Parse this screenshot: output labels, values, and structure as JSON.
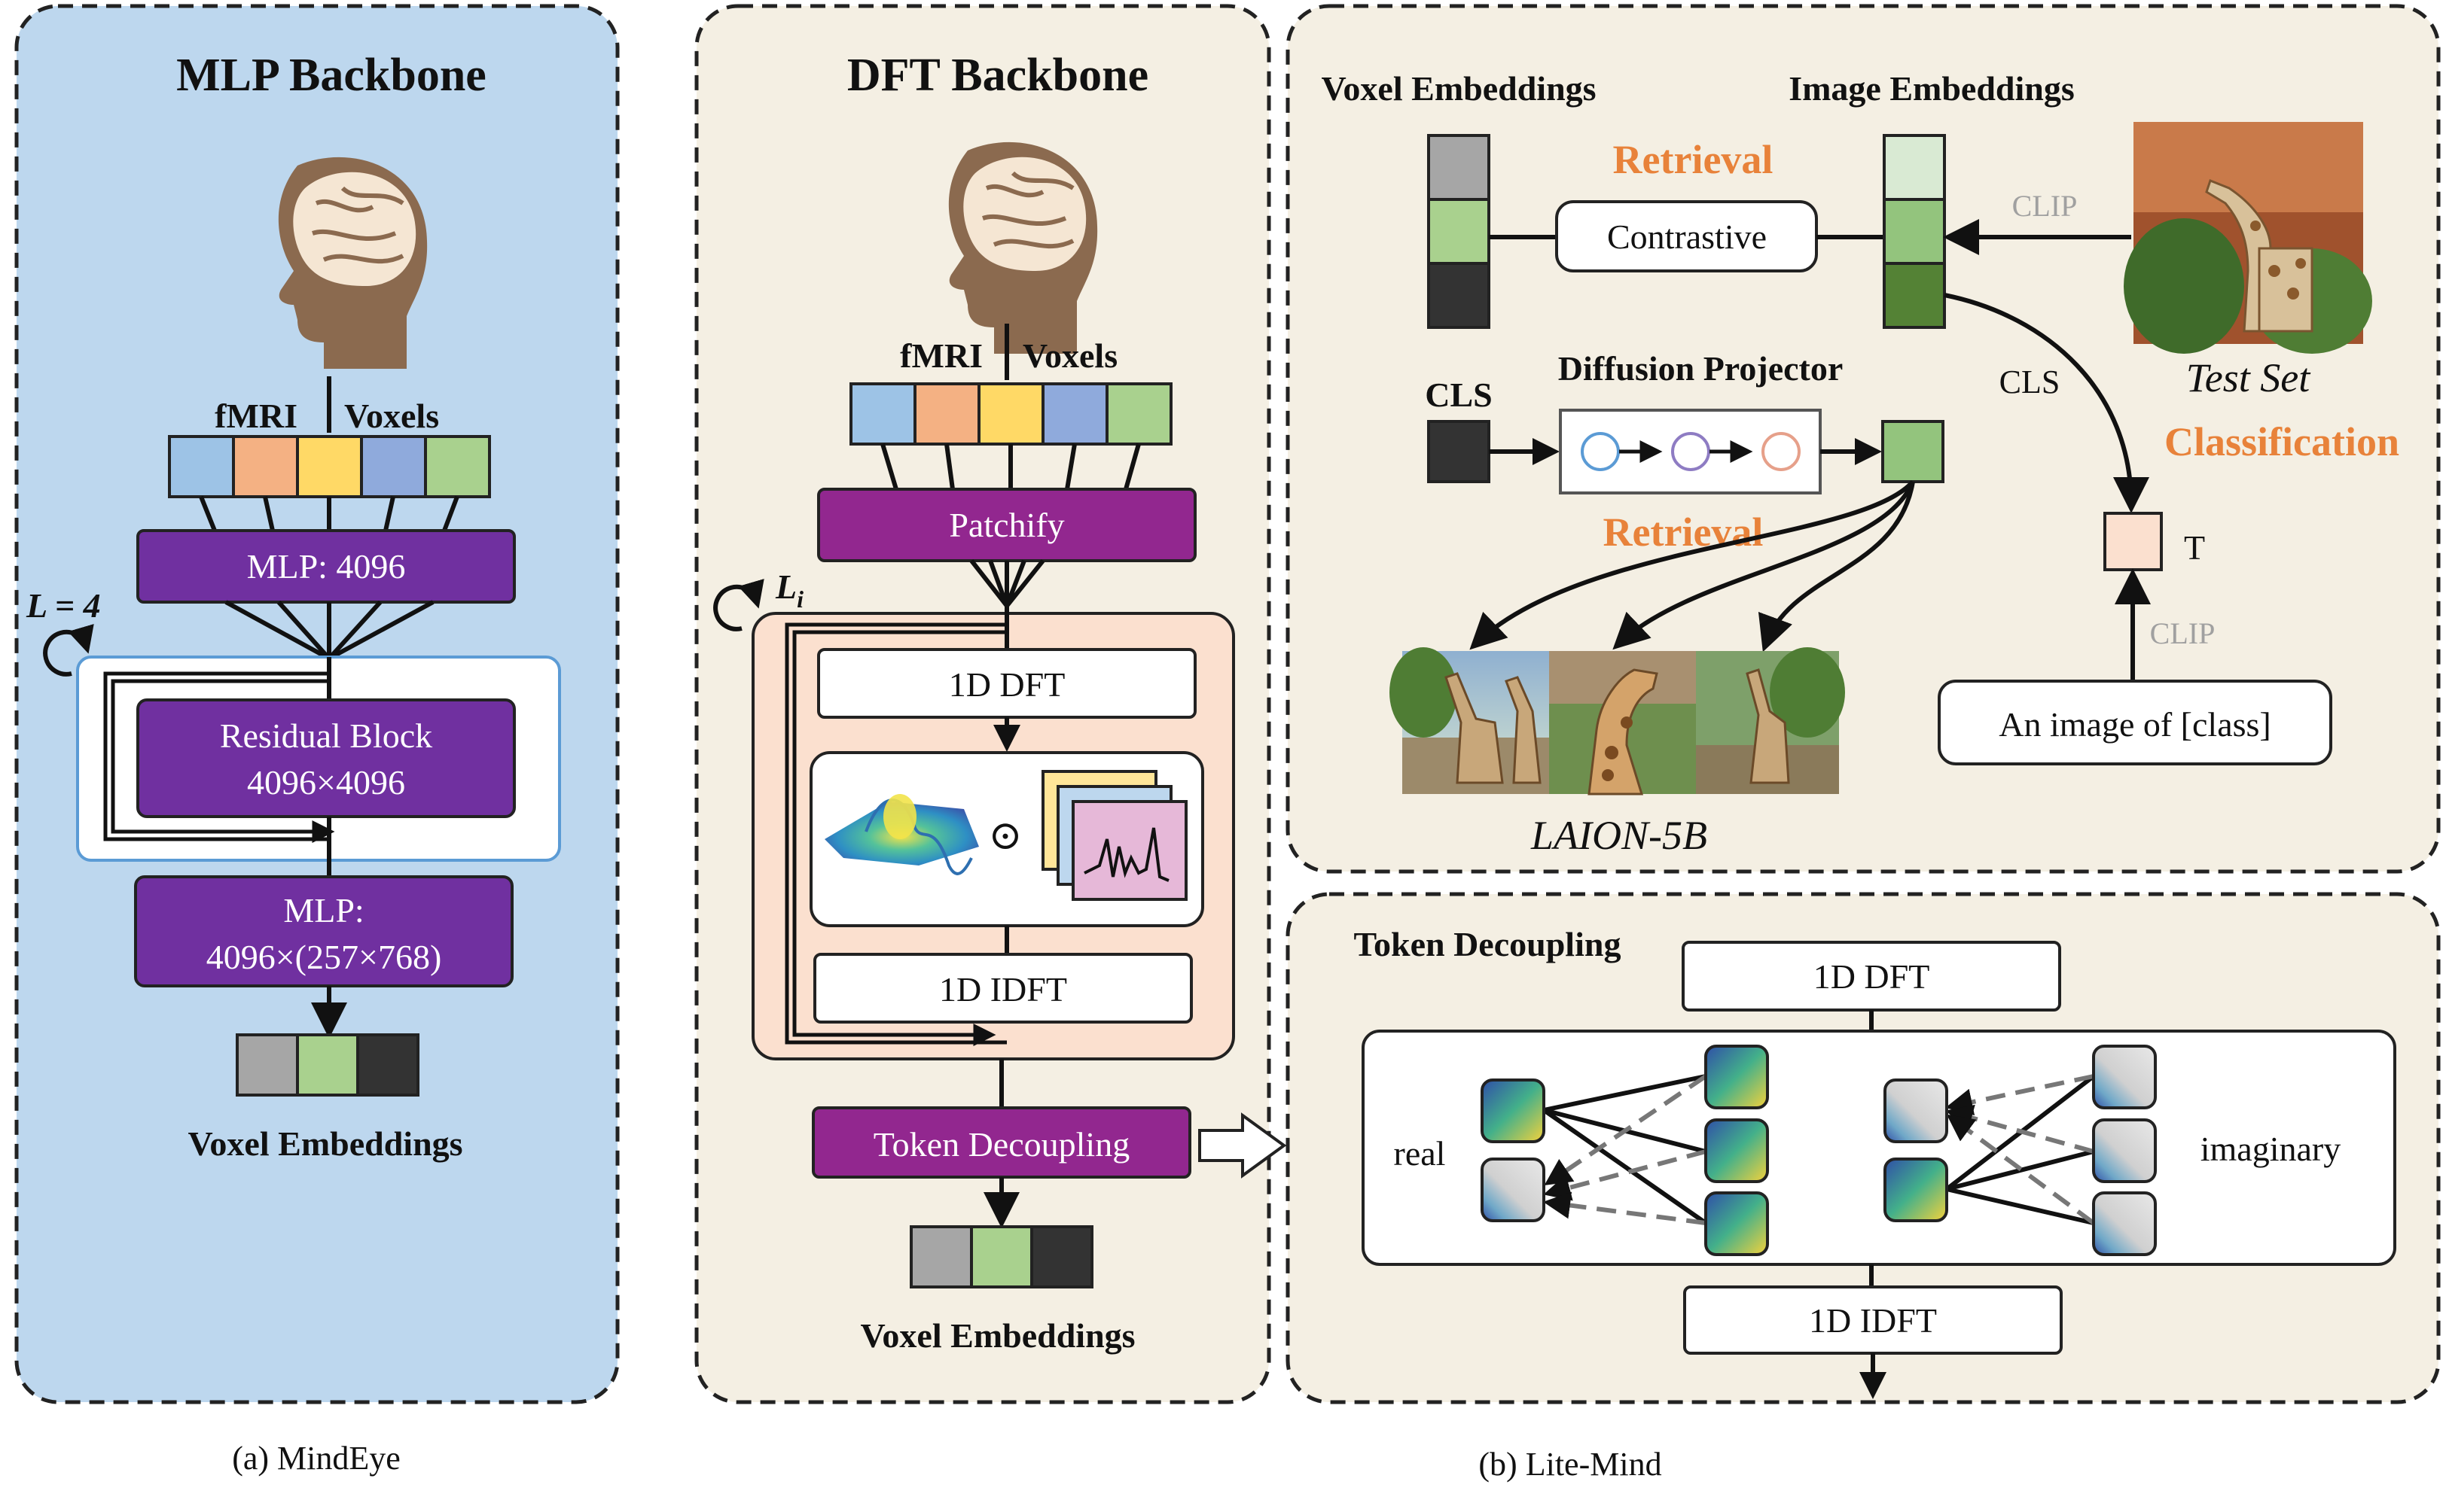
{
  "mindeye": {
    "title": "MLP Backbone",
    "fmri_label": "fMRI",
    "voxels_label": "Voxels",
    "repeat_label": "L = 4",
    "mlp1": "MLP: 4096",
    "residual_line1": "Residual Block",
    "residual_line2": "4096×4096",
    "mlp2_line1": "MLP:",
    "mlp2_line2": "4096×(257×768)",
    "output_label": "Voxel Embeddings",
    "caption": "(a) MindEye"
  },
  "dft_backbone": {
    "title": "DFT Backbone",
    "fmri_label": "fMRI",
    "voxels_label": "Voxels",
    "patchify": "Patchify",
    "repeat_label": "L",
    "repeat_sub": "i",
    "dft": "1D DFT",
    "idft": "1D IDFT",
    "hadamard": "⊙",
    "token_decoupling": "Token Decoupling",
    "output_label": "Voxel Embeddings"
  },
  "retrieval_panel": {
    "voxel_emb_label": "Voxel Embeddings",
    "image_emb_label": "Image Embeddings",
    "retrieval_top": "Retrieval",
    "contrastive": "Contrastive",
    "clip_top": "CLIP",
    "test_set": "Test Set",
    "cls_label": "CLS",
    "diffusion_projector": "Diffusion Projector",
    "cls_arrow_label": "CLS",
    "classification": "Classification",
    "t_label": "T",
    "clip_bottom": "CLIP",
    "retrieval_mid": "Retrieval",
    "prompt_text": "An image of  [class]",
    "laion": "LAION-5B"
  },
  "token_panel": {
    "title": "Token Decoupling",
    "dft": "1D DFT",
    "idft": "1D IDFT",
    "real": "real",
    "imaginary": "imaginary"
  },
  "captions": {
    "lite_mind": "(b) Lite-Mind"
  },
  "colors": {
    "mindeye_bg": "#bdd7ee",
    "panel_bg": "#f4efe3",
    "purple": "#7030a0",
    "magenta": "#92278f",
    "peach": "#fbe0cf",
    "orange_text": "#e8823a",
    "patch_blue": "#9dc3e6",
    "patch_orange": "#f4b183",
    "patch_yellow": "#ffd966",
    "patch_periwinkle": "#8faadc",
    "patch_green": "#a9d18e",
    "emb_gray": "#a6a6a6",
    "emb_green": "#a9d18e",
    "emb_dark": "#333333",
    "img_emb_light": "#d9ead3",
    "img_emb_mid": "#93c47d",
    "img_emb_dark": "#548235"
  },
  "icons": [
    "head-brain-icon",
    "loop-arrow-icon",
    "wave-surface-icon",
    "signal-stack-icon",
    "giraffe-photo",
    "gradient-token-icon"
  ]
}
